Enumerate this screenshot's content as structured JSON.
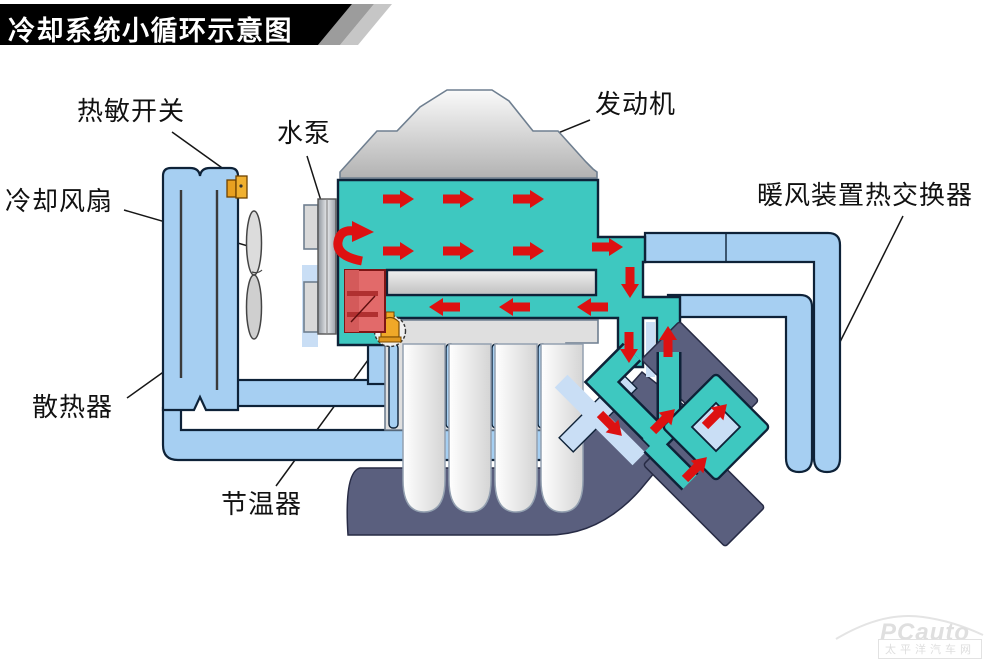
{
  "title": {
    "text": "冷却系统小循环示意图"
  },
  "labels": {
    "thermal_switch": "热敏开关",
    "water_pump": "水泵",
    "engine": "发动机",
    "heater_heat_exchanger": "暖风装置热交换器",
    "cooling_fan": "冷却风扇",
    "radiator": "散热器",
    "thermostat": "节温器"
  },
  "watermark": {
    "brand": "PCauto",
    "site": "太平洋汽车网"
  },
  "colors": {
    "coolant_hot": "#3EC8C0",
    "coolant_cold_pipe": "#A6CFF2",
    "coolant_pale": "#C9DEF5",
    "flow_arrow": "#DD1111",
    "pump_body": "#E26A6A",
    "thermostat_valve": "#F0A828",
    "engine_block_dark": "#5A5F7E",
    "outline": "#0E2238",
    "banner": "#000000"
  }
}
